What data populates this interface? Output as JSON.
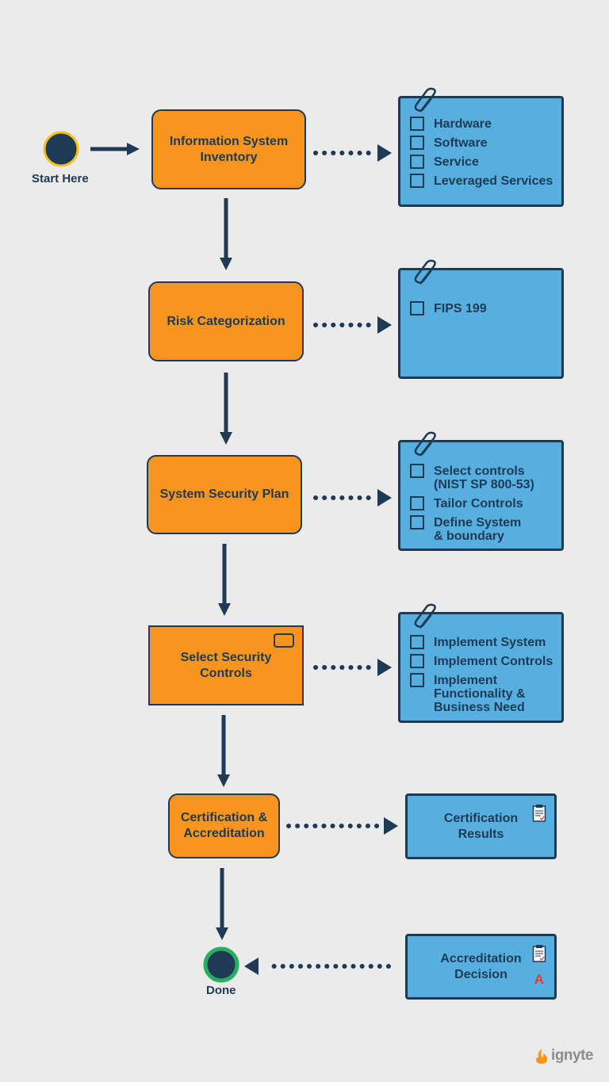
{
  "start": {
    "label": "Start Here"
  },
  "end": {
    "label": "Done"
  },
  "steps": [
    {
      "label": "Information System Inventory"
    },
    {
      "label": "Risk Categorization"
    },
    {
      "label": "System Security Plan"
    },
    {
      "label": "Select Security Controls"
    },
    {
      "label": "Certification & Accreditation"
    }
  ],
  "checklists": [
    {
      "items": [
        "Hardware",
        "Software",
        "Service",
        "Leveraged Services"
      ]
    },
    {
      "items": [
        "FIPS 199"
      ]
    },
    {
      "items": [
        "Select controls\n(NIST SP 800-53)",
        "Tailor Controls",
        "Define System\n& boundary"
      ]
    },
    {
      "items": [
        "Implement System",
        "Implement Controls",
        "Implement\nFunctionality &\nBusiness Need"
      ]
    }
  ],
  "results": [
    {
      "label": "Certification Results",
      "icon": "clipboard-icon"
    },
    {
      "label": "Accreditation Decision",
      "icon": "clipboard-icon",
      "mark": "A"
    }
  ],
  "brand": {
    "name": "ignyte",
    "icon": "ignyte-logo-icon"
  },
  "colors": {
    "step": "#f7951e",
    "note": "#57afdf",
    "ink": "#1f3a55",
    "done_ring": "#27ae60",
    "start_ring": "#f4c21a",
    "mark": "#e53935"
  }
}
